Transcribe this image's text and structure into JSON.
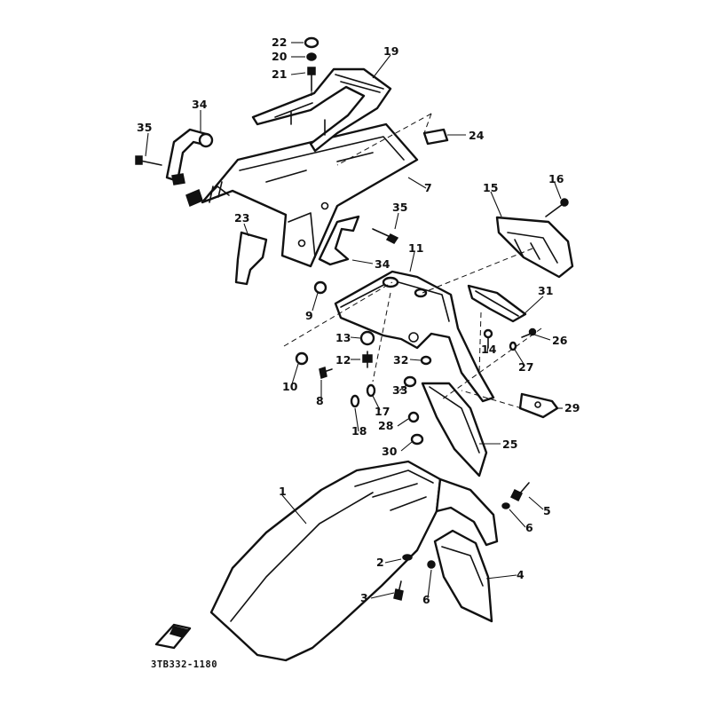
{
  "diagram": {
    "drawing_code": "3TB332-1180",
    "callouts": [
      {
        "id": "c22",
        "label": "22"
      },
      {
        "id": "c20",
        "label": "20"
      },
      {
        "id": "c21",
        "label": "21"
      },
      {
        "id": "c19",
        "label": "19"
      },
      {
        "id": "c35a",
        "label": "35"
      },
      {
        "id": "c34a",
        "label": "34"
      },
      {
        "id": "c24",
        "label": "24"
      },
      {
        "id": "c7",
        "label": "7"
      },
      {
        "id": "c16",
        "label": "16"
      },
      {
        "id": "c15",
        "label": "15"
      },
      {
        "id": "c23",
        "label": "23"
      },
      {
        "id": "c35b",
        "label": "35"
      },
      {
        "id": "c11",
        "label": "11"
      },
      {
        "id": "c34b",
        "label": "34"
      },
      {
        "id": "c31",
        "label": "31"
      },
      {
        "id": "c9",
        "label": "9"
      },
      {
        "id": "c13",
        "label": "13"
      },
      {
        "id": "c26",
        "label": "26"
      },
      {
        "id": "c14",
        "label": "14"
      },
      {
        "id": "c12",
        "label": "12"
      },
      {
        "id": "c32",
        "label": "32"
      },
      {
        "id": "c27",
        "label": "27"
      },
      {
        "id": "c10",
        "label": "10"
      },
      {
        "id": "c8",
        "label": "8"
      },
      {
        "id": "c33",
        "label": "33"
      },
      {
        "id": "c17",
        "label": "17"
      },
      {
        "id": "c29",
        "label": "29"
      },
      {
        "id": "c28",
        "label": "28"
      },
      {
        "id": "c18",
        "label": "18"
      },
      {
        "id": "c25",
        "label": "25"
      },
      {
        "id": "c30",
        "label": "30"
      },
      {
        "id": "c1",
        "label": "1"
      },
      {
        "id": "c5",
        "label": "5"
      },
      {
        "id": "c6a",
        "label": "6"
      },
      {
        "id": "c4",
        "label": "4"
      },
      {
        "id": "c2",
        "label": "2"
      },
      {
        "id": "c3",
        "label": "3"
      },
      {
        "id": "c6b",
        "label": "6"
      }
    ]
  }
}
